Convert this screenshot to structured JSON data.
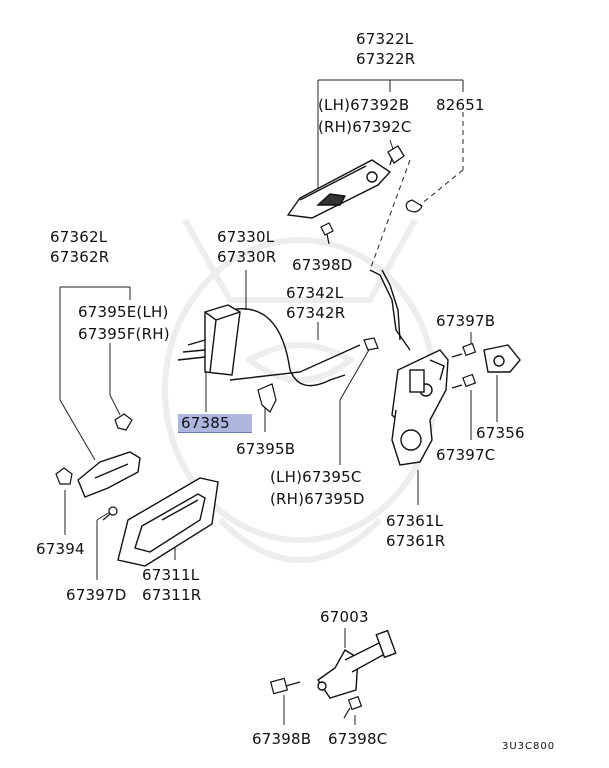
{
  "parts": {
    "p67322": [
      "67322L",
      "67322R"
    ],
    "p67392b": "(LH)67392B",
    "p67392c": "(RH)67392C",
    "p82651": "82651",
    "p67362": [
      "67362L",
      "67362R"
    ],
    "p67330": [
      "67330L",
      "67330R"
    ],
    "p67342": [
      "67342L",
      "67342R"
    ],
    "p67395e": "67395E(LH)",
    "p67395f": "67395F(RH)",
    "p67398d": "67398D",
    "p67397b": "67397B",
    "p67385": "67385",
    "p67395b": "67395B",
    "p67356": "67356",
    "p67397c": "67397C",
    "p67395c": "(LH)67395C",
    "p67395d": "(RH)67395D",
    "p67394": "67394",
    "p67311": [
      "67311L",
      "67311R"
    ],
    "p67397d": "67397D",
    "p67361": [
      "67361L",
      "67361R"
    ],
    "p67003": "67003",
    "p67398b": "67398B",
    "p67398c": "67398C"
  },
  "diagram_code": "3U3C800",
  "highlight_color": "#aeb6e0"
}
